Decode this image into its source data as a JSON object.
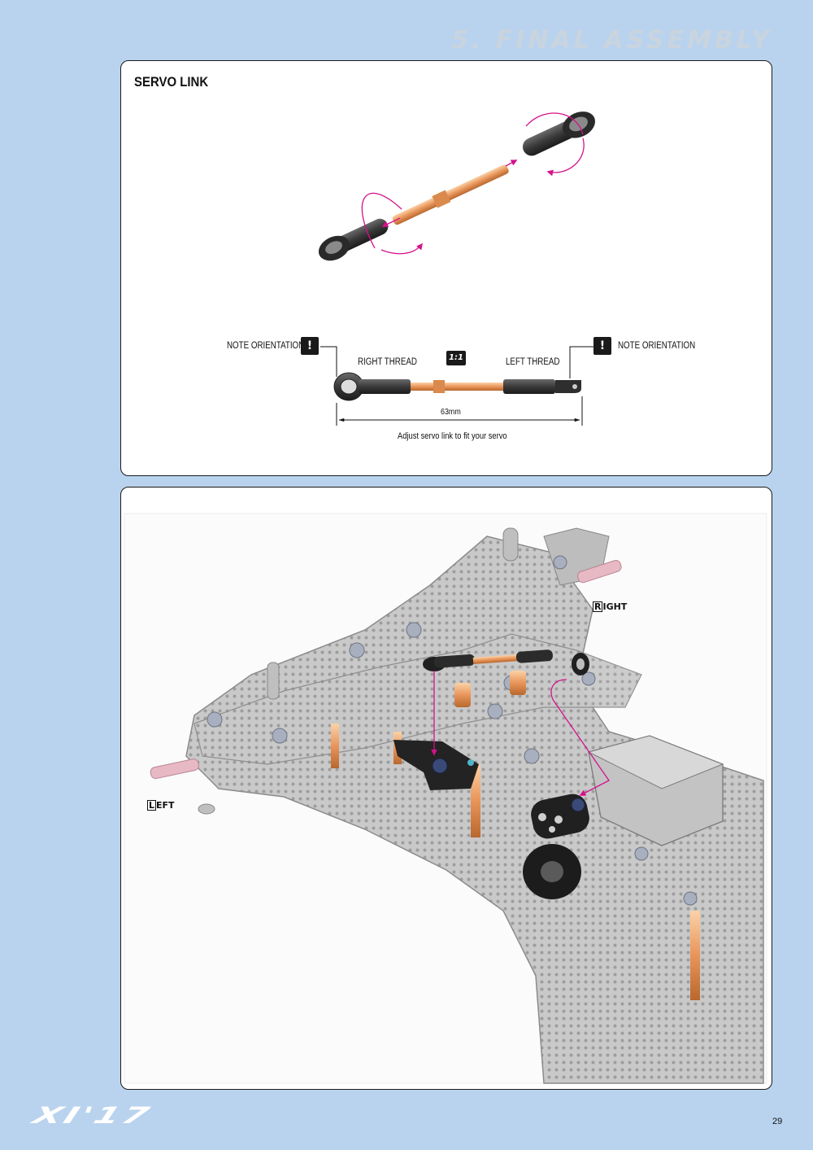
{
  "header": {
    "section_title": "5. FINAL ASSEMBLY"
  },
  "servo_panel": {
    "title": "SERVO LINK",
    "note_left": "NOTE ORIENTATION",
    "note_right": "NOTE ORIENTATION",
    "right_thread": "RIGHT THREAD",
    "left_thread": "LEFT THREAD",
    "scale": "1:1",
    "length": "63mm",
    "instruction": "Adjust servo link to fit your servo",
    "note_badge": "!"
  },
  "chassis_panel": {
    "label_right": {
      "first": "R",
      "rest": "IGHT"
    },
    "label_left": {
      "first": "L",
      "rest": "EFT"
    }
  },
  "footer": {
    "logo": "XI'17",
    "page_number": "29"
  },
  "colors": {
    "page_bg": "#b9d3ee",
    "arrow": "#d5118c",
    "copper": "#e8a46a",
    "rod_end": "#3c3c3c"
  }
}
